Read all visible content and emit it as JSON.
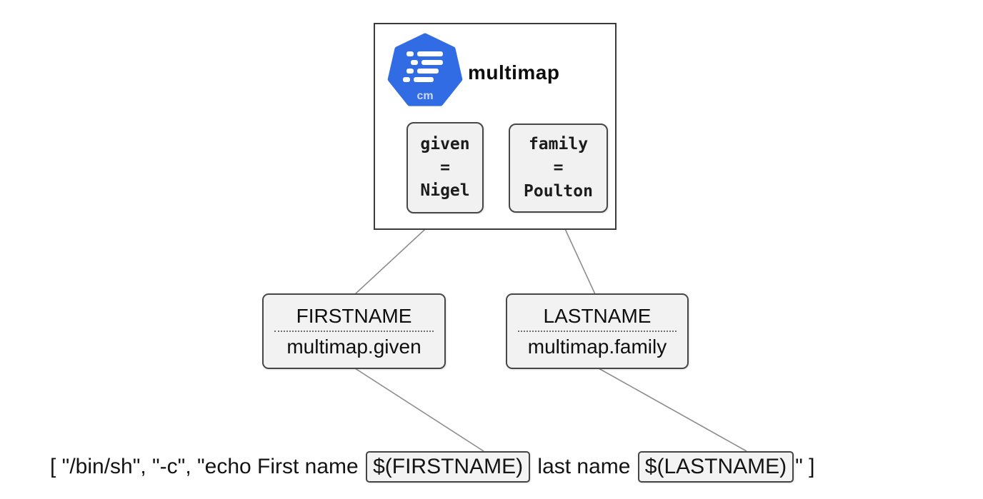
{
  "diagram": {
    "configmap": {
      "name": "multimap",
      "icon_label": "cm",
      "entries": [
        {
          "key": "given",
          "separator": "=",
          "value": "Nigel"
        },
        {
          "key": "family",
          "separator": "=",
          "value": "Poulton"
        }
      ]
    },
    "env_vars": [
      {
        "name": "FIRSTNAME",
        "source": "multimap.given"
      },
      {
        "name": "LASTNAME",
        "source": "multimap.family"
      }
    ],
    "command": {
      "prefix": "[ \"/bin/sh\", \"-c\", \"echo First name ",
      "var1": "$(FIRSTNAME)",
      "middle": " last name ",
      "var2": "$(LASTNAME)",
      "suffix": "\" ]"
    },
    "colors": {
      "icon_blue": "#326ce5",
      "box_fill": "#f2f2f2",
      "box_border": "#474747",
      "connector": "#8d8d8d"
    }
  }
}
